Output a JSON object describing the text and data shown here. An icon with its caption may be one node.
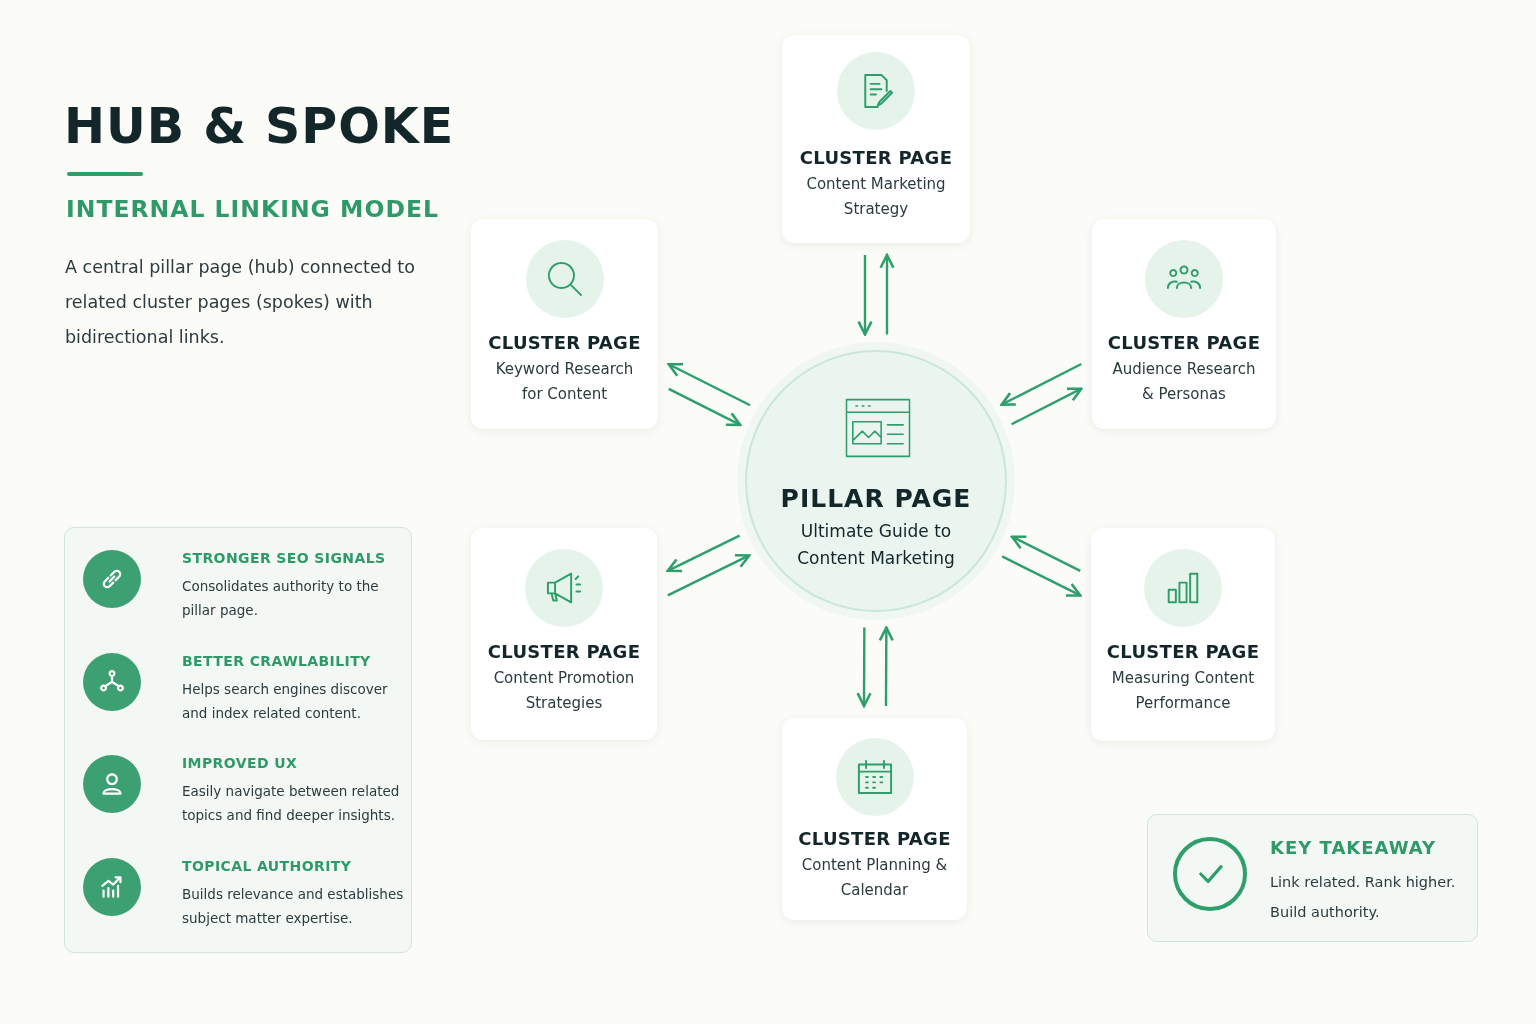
{
  "diagram": {
    "title": "HUB & SPOKE",
    "nodes": [
      {
        "text": [
          "PILLAR PAGE",
          "Ultimate Guide to Content Marketing"
        ]
      },
      {
        "text": [
          "CLUSTER PAGE",
          "Content Marketing Strategy"
        ]
      },
      {
        "text": [
          "CLUSTER PAGE",
          "Keyword Research for Content"
        ]
      },
      {
        "text": [
          "CLUSTER PAGE",
          "Audience Research & Personas"
        ]
      },
      {
        "text": [
          "CLUSTER PAGE",
          "Content Promotion Strategies"
        ]
      },
      {
        "text": [
          "CLUSTER PAGE",
          "Measuring Content Performance"
        ]
      },
      {
        "text": [
          "CLUSTER PAGE",
          "Content Planning & Calendar"
        ]
      },
      {
        "text": [],
        "shape": "box"
      },
      {
        "text": [
          "STRONGER SEO SIGNALS",
          "Consolidates authority to the pillar page."
        ],
        "in": 7
      },
      {
        "text": [
          "BETTER CRAWLABILITY",
          "Helps search engines discover and index related content."
        ],
        "in": 7
      },
      {
        "text": [
          "IMPROVED UX",
          "Easily navigate between related topics and find deeper insights."
        ],
        "in": 7
      },
      {
        "text": [
          "TOPICAL AUTHORITY",
          "Builds relevance and establishes subject matter expertise."
        ],
        "in": 7
      },
      {
        "text": [
          "KEY TAKEAWAY",
          "Link related. Rank higher. Build authority."
        ]
      }
    ],
    "edges": [
      {
        "from": 0,
        "to": 1,
        "arrow": "to"
      },
      {
        "from": 1,
        "to": 0,
        "arrow": "to"
      },
      {
        "from": 0,
        "to": 2,
        "arrow": "to"
      },
      {
        "from": 2,
        "to": 0,
        "arrow": "to"
      },
      {
        "from": 0,
        "to": 3,
        "arrow": "to"
      },
      {
        "from": 3,
        "to": 0,
        "arrow": "to"
      },
      {
        "from": 0,
        "to": 4,
        "arrow": "to"
      },
      {
        "from": 4,
        "to": 0,
        "arrow": "to"
      },
      {
        "from": 0,
        "to": 5,
        "arrow": "to"
      },
      {
        "from": 5,
        "to": 0,
        "arrow": "to"
      },
      {
        "from": 0,
        "to": 6,
        "arrow": "to"
      },
      {
        "from": 6,
        "to": 0,
        "arrow": "to"
      }
    ],
    "labels": [
      "INTERNAL LINKING MODEL",
      "A central pillar page (hub) connected to related cluster pages (spokes) with bidirectional links."
    ]
  }
}
